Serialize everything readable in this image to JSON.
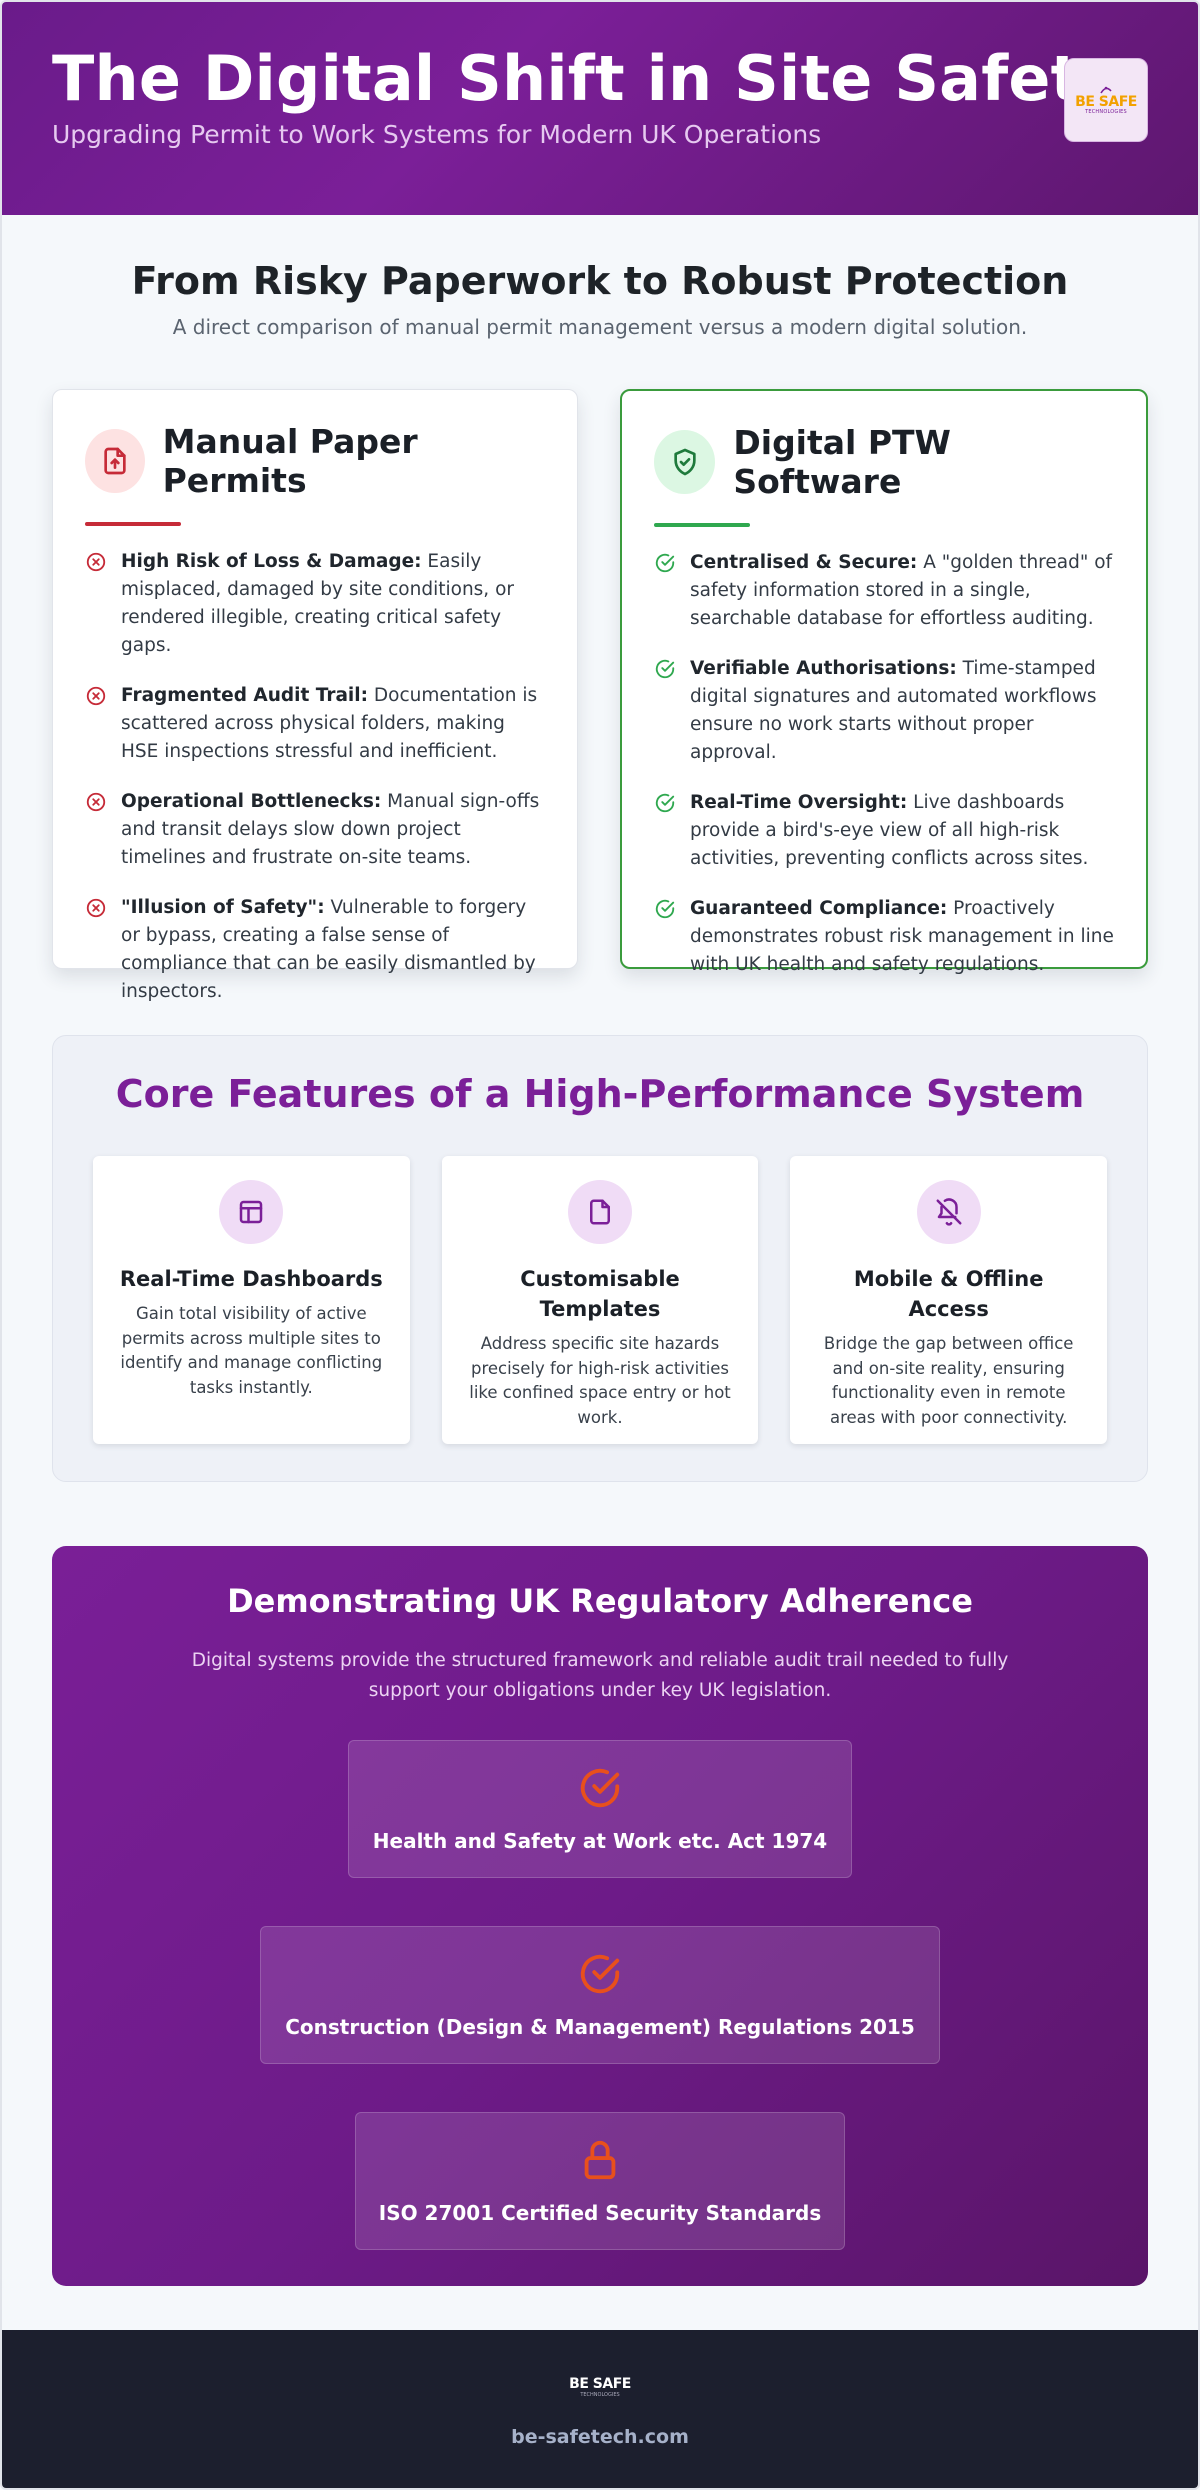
{
  "header": {
    "title": "The Digital Shift in Site Safety",
    "subtitle": "Upgrading Permit to Work Systems for Modern UK Operations",
    "logo_text": "BE SAFE",
    "logo_subtext": "TECHNOLOGIES"
  },
  "intro": {
    "title": "From Risky Paperwork to Robust Protection",
    "subtitle": "A direct comparison of manual permit management versus a modern digital solution."
  },
  "manual": {
    "title": "Manual Paper Permits",
    "icon": "file-upload-icon",
    "accent": "#c62b38",
    "items": [
      {
        "bold": "High Risk of Loss & Damage:",
        "text": " Easily misplaced, damaged by site conditions, or rendered illegible, creating critical safety gaps."
      },
      {
        "bold": "Fragmented Audit Trail:",
        "text": " Documentation is scattered across physical folders, making HSE inspections stressful and inefficient."
      },
      {
        "bold": "Operational Bottlenecks:",
        "text": " Manual sign-offs and transit delays slow down project timelines and frustrate on-site teams."
      },
      {
        "bold": "\"Illusion of Safety\":",
        "text": " Vulnerable to forgery or bypass, creating a false sense of compliance that can be easily dismantled by inspectors."
      }
    ]
  },
  "digital": {
    "title": "Digital PTW Software",
    "icon": "shield-check-icon",
    "accent": "#2fa84f",
    "items": [
      {
        "bold": "Centralised & Secure:",
        "text": " A \"golden thread\" of safety information stored in a single, searchable database for effortless auditing."
      },
      {
        "bold": "Verifiable Authorisations:",
        "text": " Time-stamped digital signatures and automated workflows ensure no work starts without proper approval."
      },
      {
        "bold": "Real-Time Oversight:",
        "text": " Live dashboards provide a bird's-eye view of all high-risk activities, preventing conflicts across sites."
      },
      {
        "bold": "Guaranteed Compliance:",
        "text": " Proactively demonstrates robust risk management in line with UK health and safety regulations."
      }
    ]
  },
  "features": {
    "title": "Core Features of a High-Performance System",
    "items": [
      {
        "title": "Real-Time Dashboards",
        "text": "Gain total visibility of active permits across multiple sites to identify and manage conflicting tasks instantly.",
        "icon": "layout-dashboard-icon"
      },
      {
        "title": "Customisable Templates",
        "text": "Address specific site hazards precisely for high-risk activities like confined space entry or hot work.",
        "icon": "file-icon"
      },
      {
        "title": "Mobile & Offline Access",
        "text": "Bridge the gap between office and on-site reality, ensuring functionality even in remote areas with poor connectivity.",
        "icon": "bell-off-icon"
      }
    ]
  },
  "regulatory": {
    "title": "Demonstrating UK Regulatory Adherence",
    "text": "Digital systems provide the structured framework and reliable audit trail needed to fully support your obligations under key UK legislation.",
    "items": [
      {
        "label": "Health and Safety at Work etc. Act 1974",
        "icon": "check-circle-icon"
      },
      {
        "label": "Construction (Design & Management) Regulations 2015",
        "icon": "check-circle-icon"
      },
      {
        "label": "ISO 27001 Certified Security Standards",
        "icon": "lock-icon"
      }
    ],
    "icon_color": "#e8501c"
  },
  "footer": {
    "logo_text": "BE SAFE",
    "logo_subtext": "TECHNOLOGIES",
    "url": "be-safetech.com"
  }
}
